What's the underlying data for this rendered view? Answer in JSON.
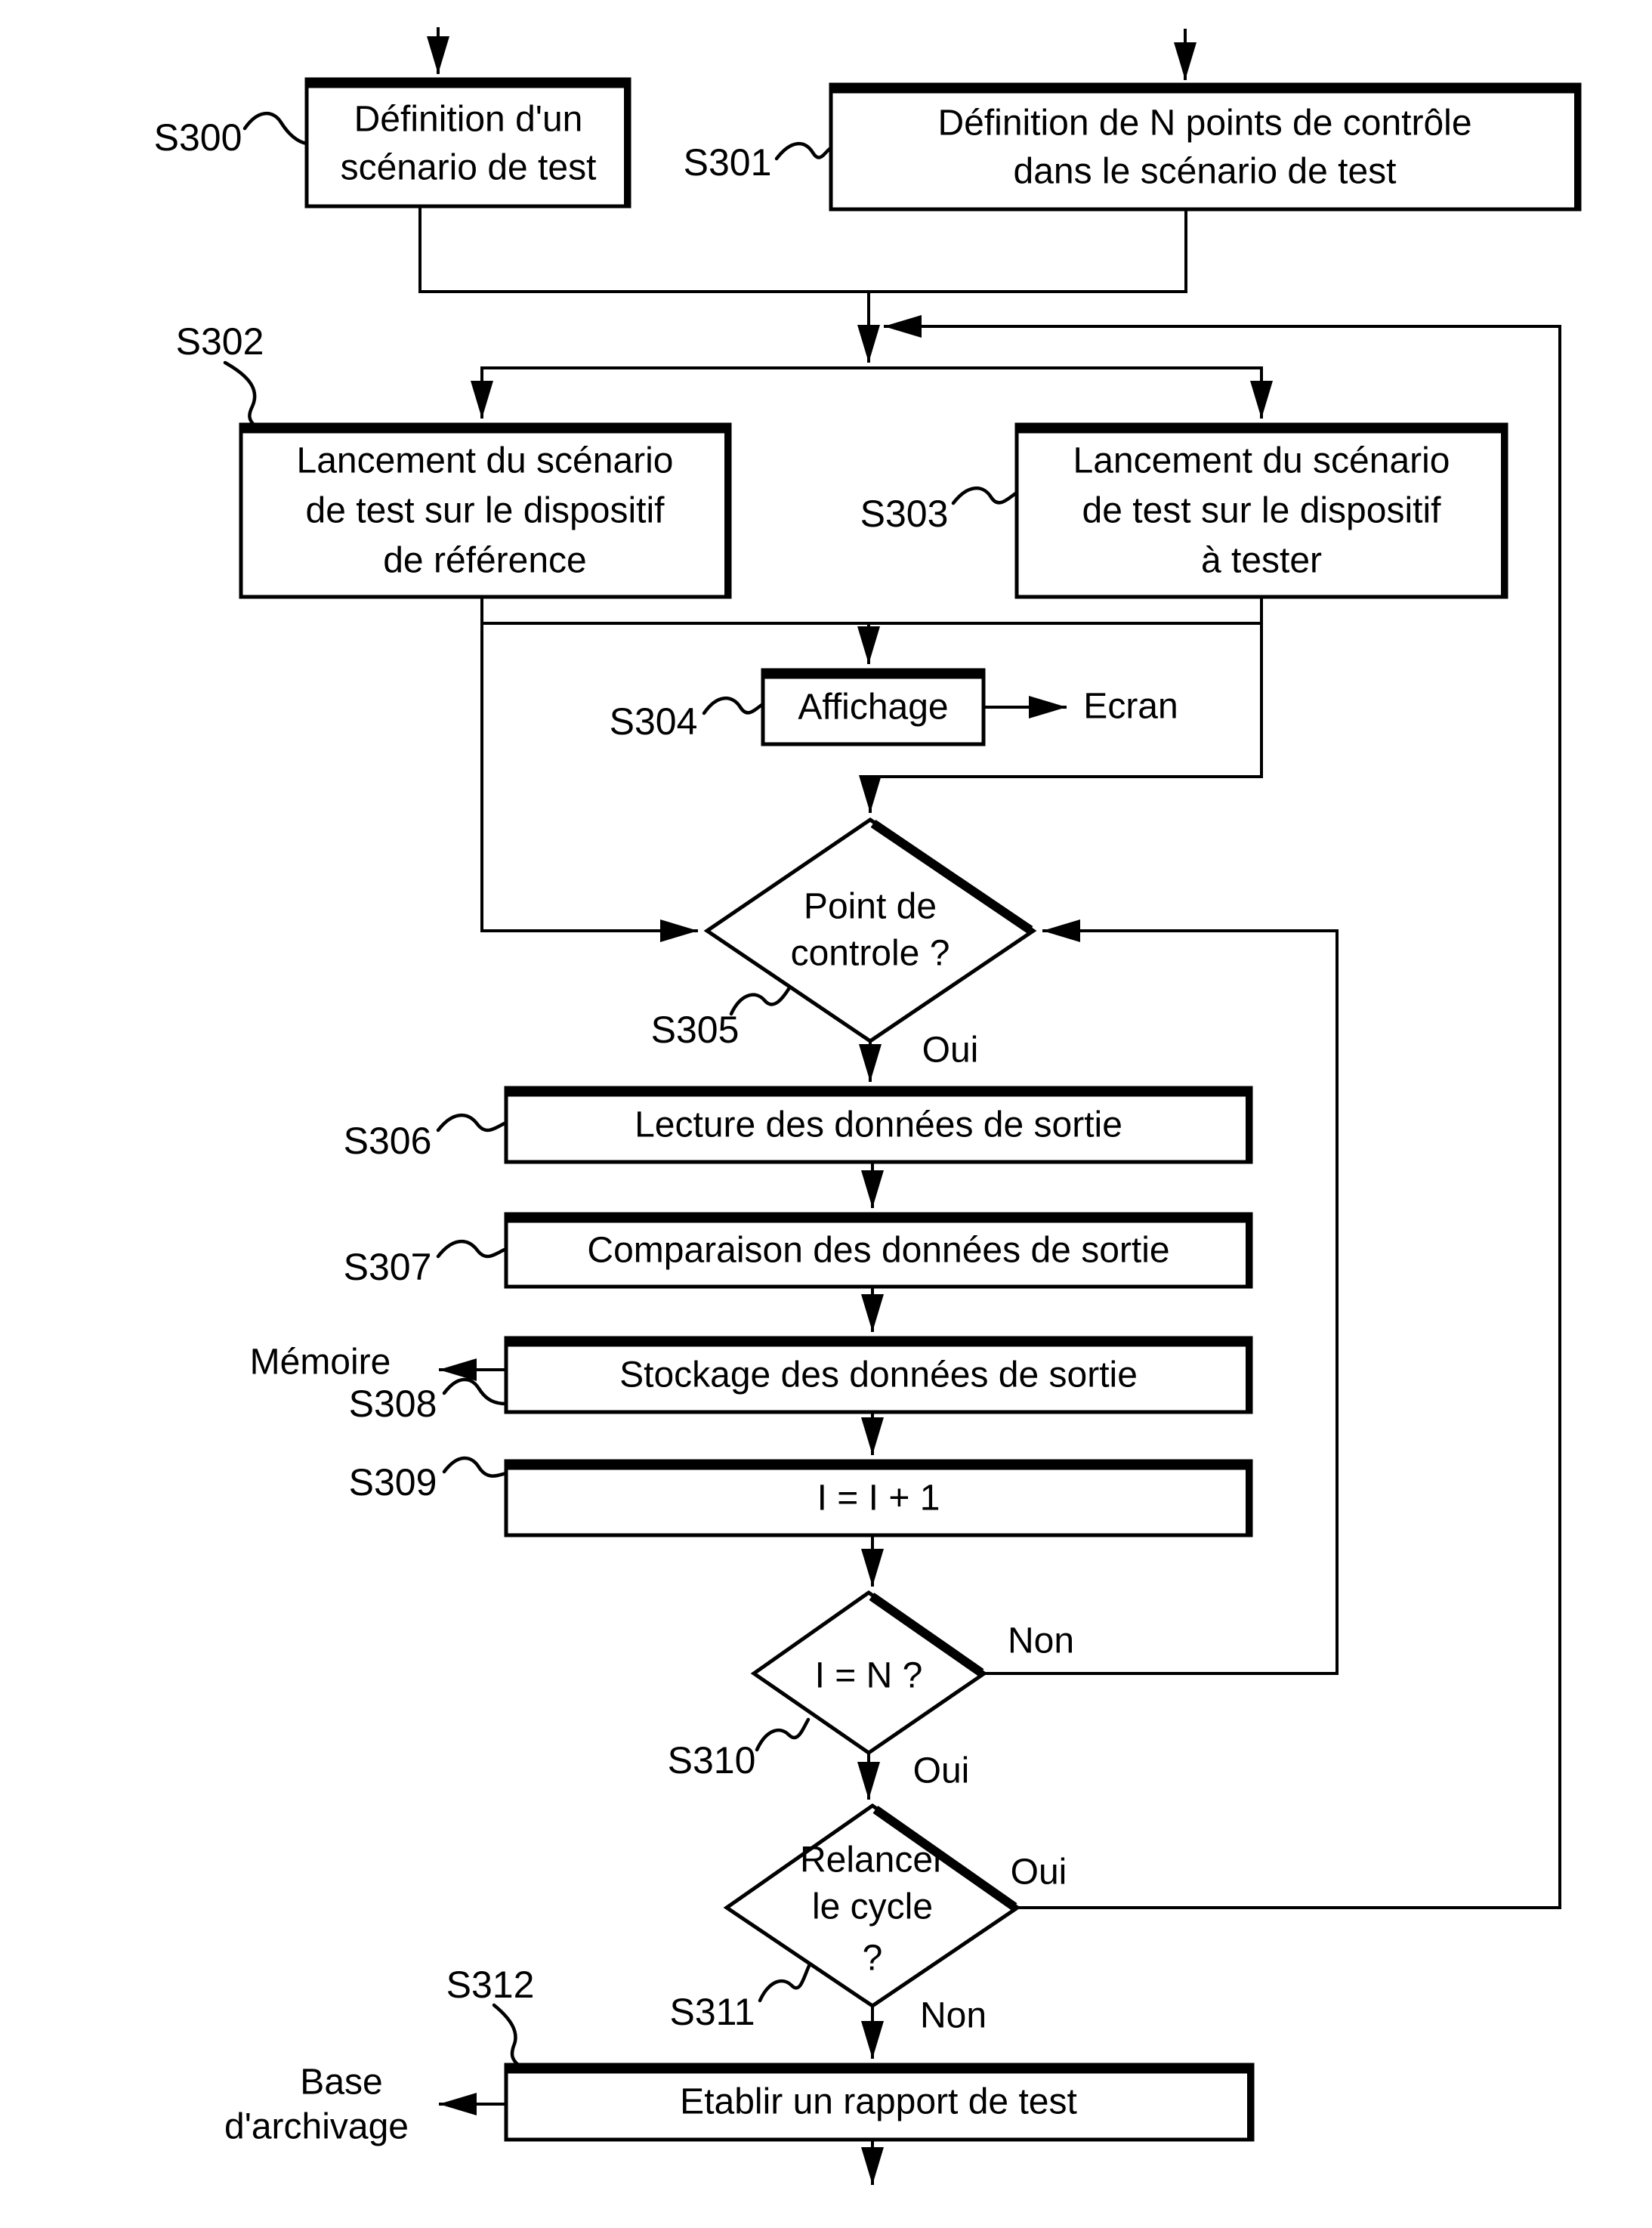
{
  "figure": {
    "background": "#ffffff",
    "ink": "#000000"
  },
  "nodes": {
    "s300": {
      "id": "S300",
      "line1": "Définition d'un",
      "line2": "scénario de test"
    },
    "s301": {
      "id": "S301",
      "line1": "Définition de N points de contrôle",
      "line2": "dans le scénario de test"
    },
    "s302": {
      "id": "S302",
      "line1": "Lancement du scénario",
      "line2": "de test sur le dispositif",
      "line3": "de référence"
    },
    "s303": {
      "id": "S303",
      "line1": "Lancement du scénario",
      "line2": "de test sur le dispositif",
      "line3": "à tester"
    },
    "s304": {
      "id": "S304",
      "line1": "Affichage"
    },
    "s305": {
      "id": "S305",
      "line1": "Point de",
      "line2": "controle ?"
    },
    "s306": {
      "id": "S306",
      "line1": "Lecture des données de sortie"
    },
    "s307": {
      "id": "S307",
      "line1": "Comparaison des données de sortie"
    },
    "s308": {
      "id": "S308",
      "line1": "Stockage des données de sortie"
    },
    "s309": {
      "id": "S309",
      "line1": "I = I + 1"
    },
    "s310": {
      "id": "S310",
      "line1": "I = N ?"
    },
    "s311": {
      "id": "S311",
      "line1": "Relancer",
      "line2": "le cycle",
      "line3": "?"
    },
    "s312": {
      "id": "S312",
      "line1": "Etablir un rapport de test"
    }
  },
  "externals": {
    "ecran": "Ecran",
    "memoire": "Mémoire",
    "base_line1": "Base",
    "base_line2": "d'archivage"
  },
  "branches": {
    "s305_oui": "Oui",
    "s310_non": "Non",
    "s310_oui": "Oui",
    "s311_oui": "Oui",
    "s311_non": "Non"
  }
}
